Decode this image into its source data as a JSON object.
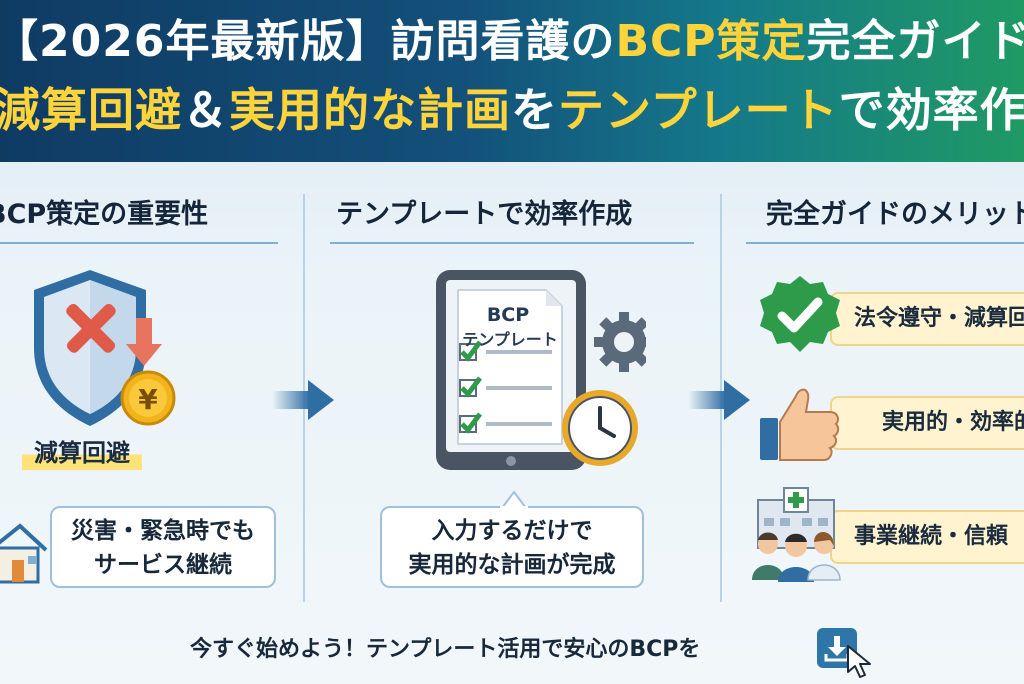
{
  "banner": {
    "line1": [
      {
        "text": "【2026年最新版】訪問看護の",
        "color": "white"
      },
      {
        "text": "BCP策定",
        "color": "yellow"
      },
      {
        "text": "完全ガイド",
        "color": "white"
      }
    ],
    "line2": [
      {
        "text": "減算回避",
        "color": "yellow"
      },
      {
        "text": "＆",
        "color": "white"
      },
      {
        "text": "実用的な計画",
        "color": "yellow"
      },
      {
        "text": "を",
        "color": "white"
      },
      {
        "text": "テンプレート",
        "color": "yellow"
      },
      {
        "text": "で効率作成",
        "color": "white"
      }
    ]
  },
  "columns": {
    "left": {
      "heading": "BCP策定の重要性",
      "badge": "減算回避",
      "currency_symbol": "¥",
      "box_line1": "災害・緊急時でも",
      "box_line2": "サービス継続"
    },
    "middle": {
      "heading": "テンプレートで効率作成",
      "doc_title": "BCP",
      "doc_subtitle": "テンプレート",
      "box_line1": "入力するだけで",
      "box_line2": "実用的な計画が完成"
    },
    "right": {
      "heading": "完全ガイドのメリット",
      "merits": [
        "法令遵守・減算回避",
        "実用的・効率的",
        "事業継続・信頼"
      ]
    }
  },
  "footer": {
    "text": "今すぐ始めよう！テンプレート活用で安心のBCPを"
  },
  "colors": {
    "banner_start": "#0f3b63",
    "banner_end": "#1f9a64",
    "highlight_yellow": "#ffd43a",
    "check_green": "#2e9b4a",
    "cross_red": "#e05a4a"
  },
  "icons": [
    "shield-icon",
    "cross-icon",
    "down-arrow-icon",
    "yen-coin-icon",
    "house-icon",
    "tablet-icon",
    "checkbox-icon",
    "gear-icon",
    "clock-icon",
    "check-badge-icon",
    "thumbs-up-icon",
    "hospital-icon",
    "staff-icon",
    "download-icon",
    "cursor-icon"
  ]
}
